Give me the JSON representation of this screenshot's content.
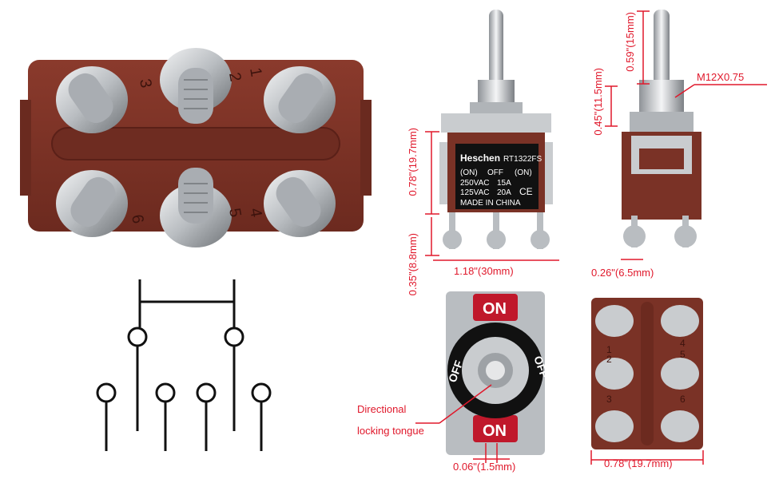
{
  "colors": {
    "body": "#7a3226",
    "body_dark": "#5a2018",
    "metal": "#c9cccf",
    "metal_dark": "#8e9297",
    "dim_red": "#e0182b",
    "plate_red": "#c0182b",
    "black": "#111111"
  },
  "terminals": {
    "numbers_top_view": [
      "3",
      "2",
      "1",
      "6",
      "5",
      "4"
    ],
    "numbers_bottom_small": [
      "1",
      "2",
      "3",
      "4",
      "5",
      "6"
    ]
  },
  "label_plate": {
    "brand": "Heschen",
    "model": "RT1322FS",
    "pos_left": "(ON)",
    "pos_mid": "OFF",
    "pos_right": "(ON)",
    "rating1_v": "250VAC",
    "rating1_a": "15A",
    "rating2_v": "125VAC",
    "rating2_a": "20A",
    "ce": "CE",
    "origin": "MADE IN CHINA"
  },
  "plate_text": {
    "on_top": "ON",
    "on_bottom": "ON",
    "off_left": "OFF",
    "off_right": "OFF"
  },
  "dimensions": {
    "body_height": "0.78\"(19.7mm)",
    "terminal_height": "0.35\"(8.8mm)",
    "body_width": "1.18\"(30mm)",
    "lever_height": "0.59\"(15mm)",
    "bushing_height": "0.45\"(11.5mm)",
    "thread": "M12X0.75",
    "terminal_spacing": "0.26\"(6.5mm)",
    "tongue_width": "0.06\"(1.5mm)",
    "bottom_width": "0.78\"(19.7mm)"
  },
  "annotation": {
    "line1": "Directional",
    "line2": "locking tongue"
  }
}
